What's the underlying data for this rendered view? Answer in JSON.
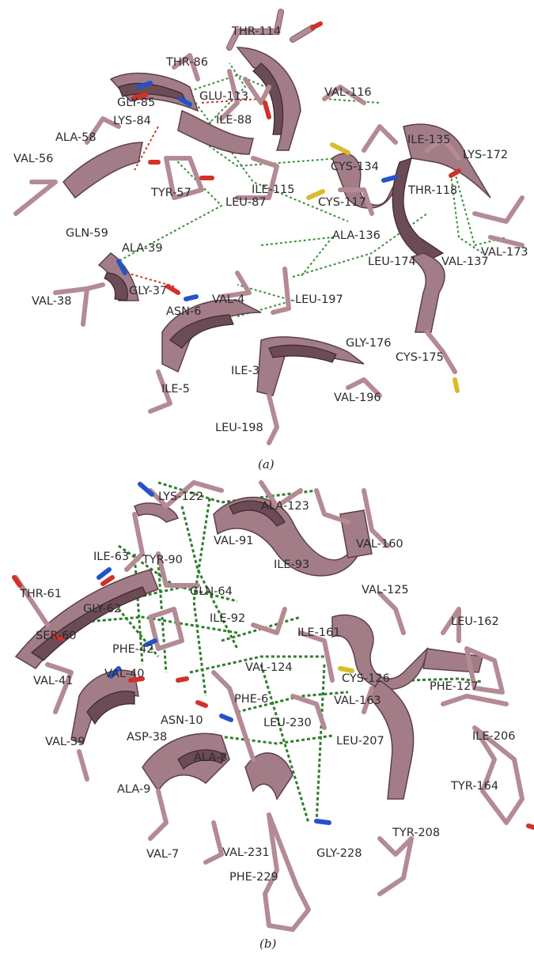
{
  "panel_a": {
    "caption": "(a)",
    "labels": [
      "THR-114",
      "THR-86",
      "GLY-85",
      "GLU-113",
      "VAL-116",
      "LYS-84",
      "ILE-88",
      "ALA-58",
      "ILE-135",
      "LYS-172",
      "CYS-134",
      "VAL-56",
      "ILE-115",
      "THR-118",
      "TYR-57",
      "LEU-87",
      "CYS-117",
      "GLN-59",
      "ALA-136",
      "VAL-173",
      "ALA-39",
      "LEU-174",
      "VAL-137",
      "GLY-37",
      "VAL-4",
      "LEU-197",
      "VAL-38",
      "ASN-6",
      "GLY-176",
      "CYS-175",
      "ILE-3",
      "ILE-5",
      "VAL-196",
      "LEU-198"
    ]
  },
  "panel_b": {
    "caption": "(b)",
    "labels": [
      "LYS-122",
      "ALA-123",
      "VAL-91",
      "VAL-160",
      "ILE-63",
      "TYR-90",
      "ILE-93",
      "THR-61",
      "VAL-125",
      "GLY-62",
      "GLN-64",
      "LEU-162",
      "ILE-92",
      "ILE-161",
      "SER-60",
      "PHE-42",
      "VAL-124",
      "CYS-126",
      "PHE-127",
      "VAL-41",
      "VAL-40",
      "VAL-163",
      "PHE-6",
      "ASN-10",
      "LEU-230",
      "ASP-38",
      "ILE-206",
      "LEU-207",
      "VAL-39",
      "ALA-8",
      "TYR-164",
      "ALA-9",
      "TYR-208",
      "VAL-7",
      "VAL-231",
      "GLY-228",
      "PHE-229"
    ]
  },
  "colors": {
    "carbon": "#b48a94",
    "ribbon": "#a27d88",
    "nitrogen": "#2453c9",
    "oxygen": "#d2312a",
    "sulfur": "#d8bd2a",
    "hbond": "#3f8f3a"
  }
}
